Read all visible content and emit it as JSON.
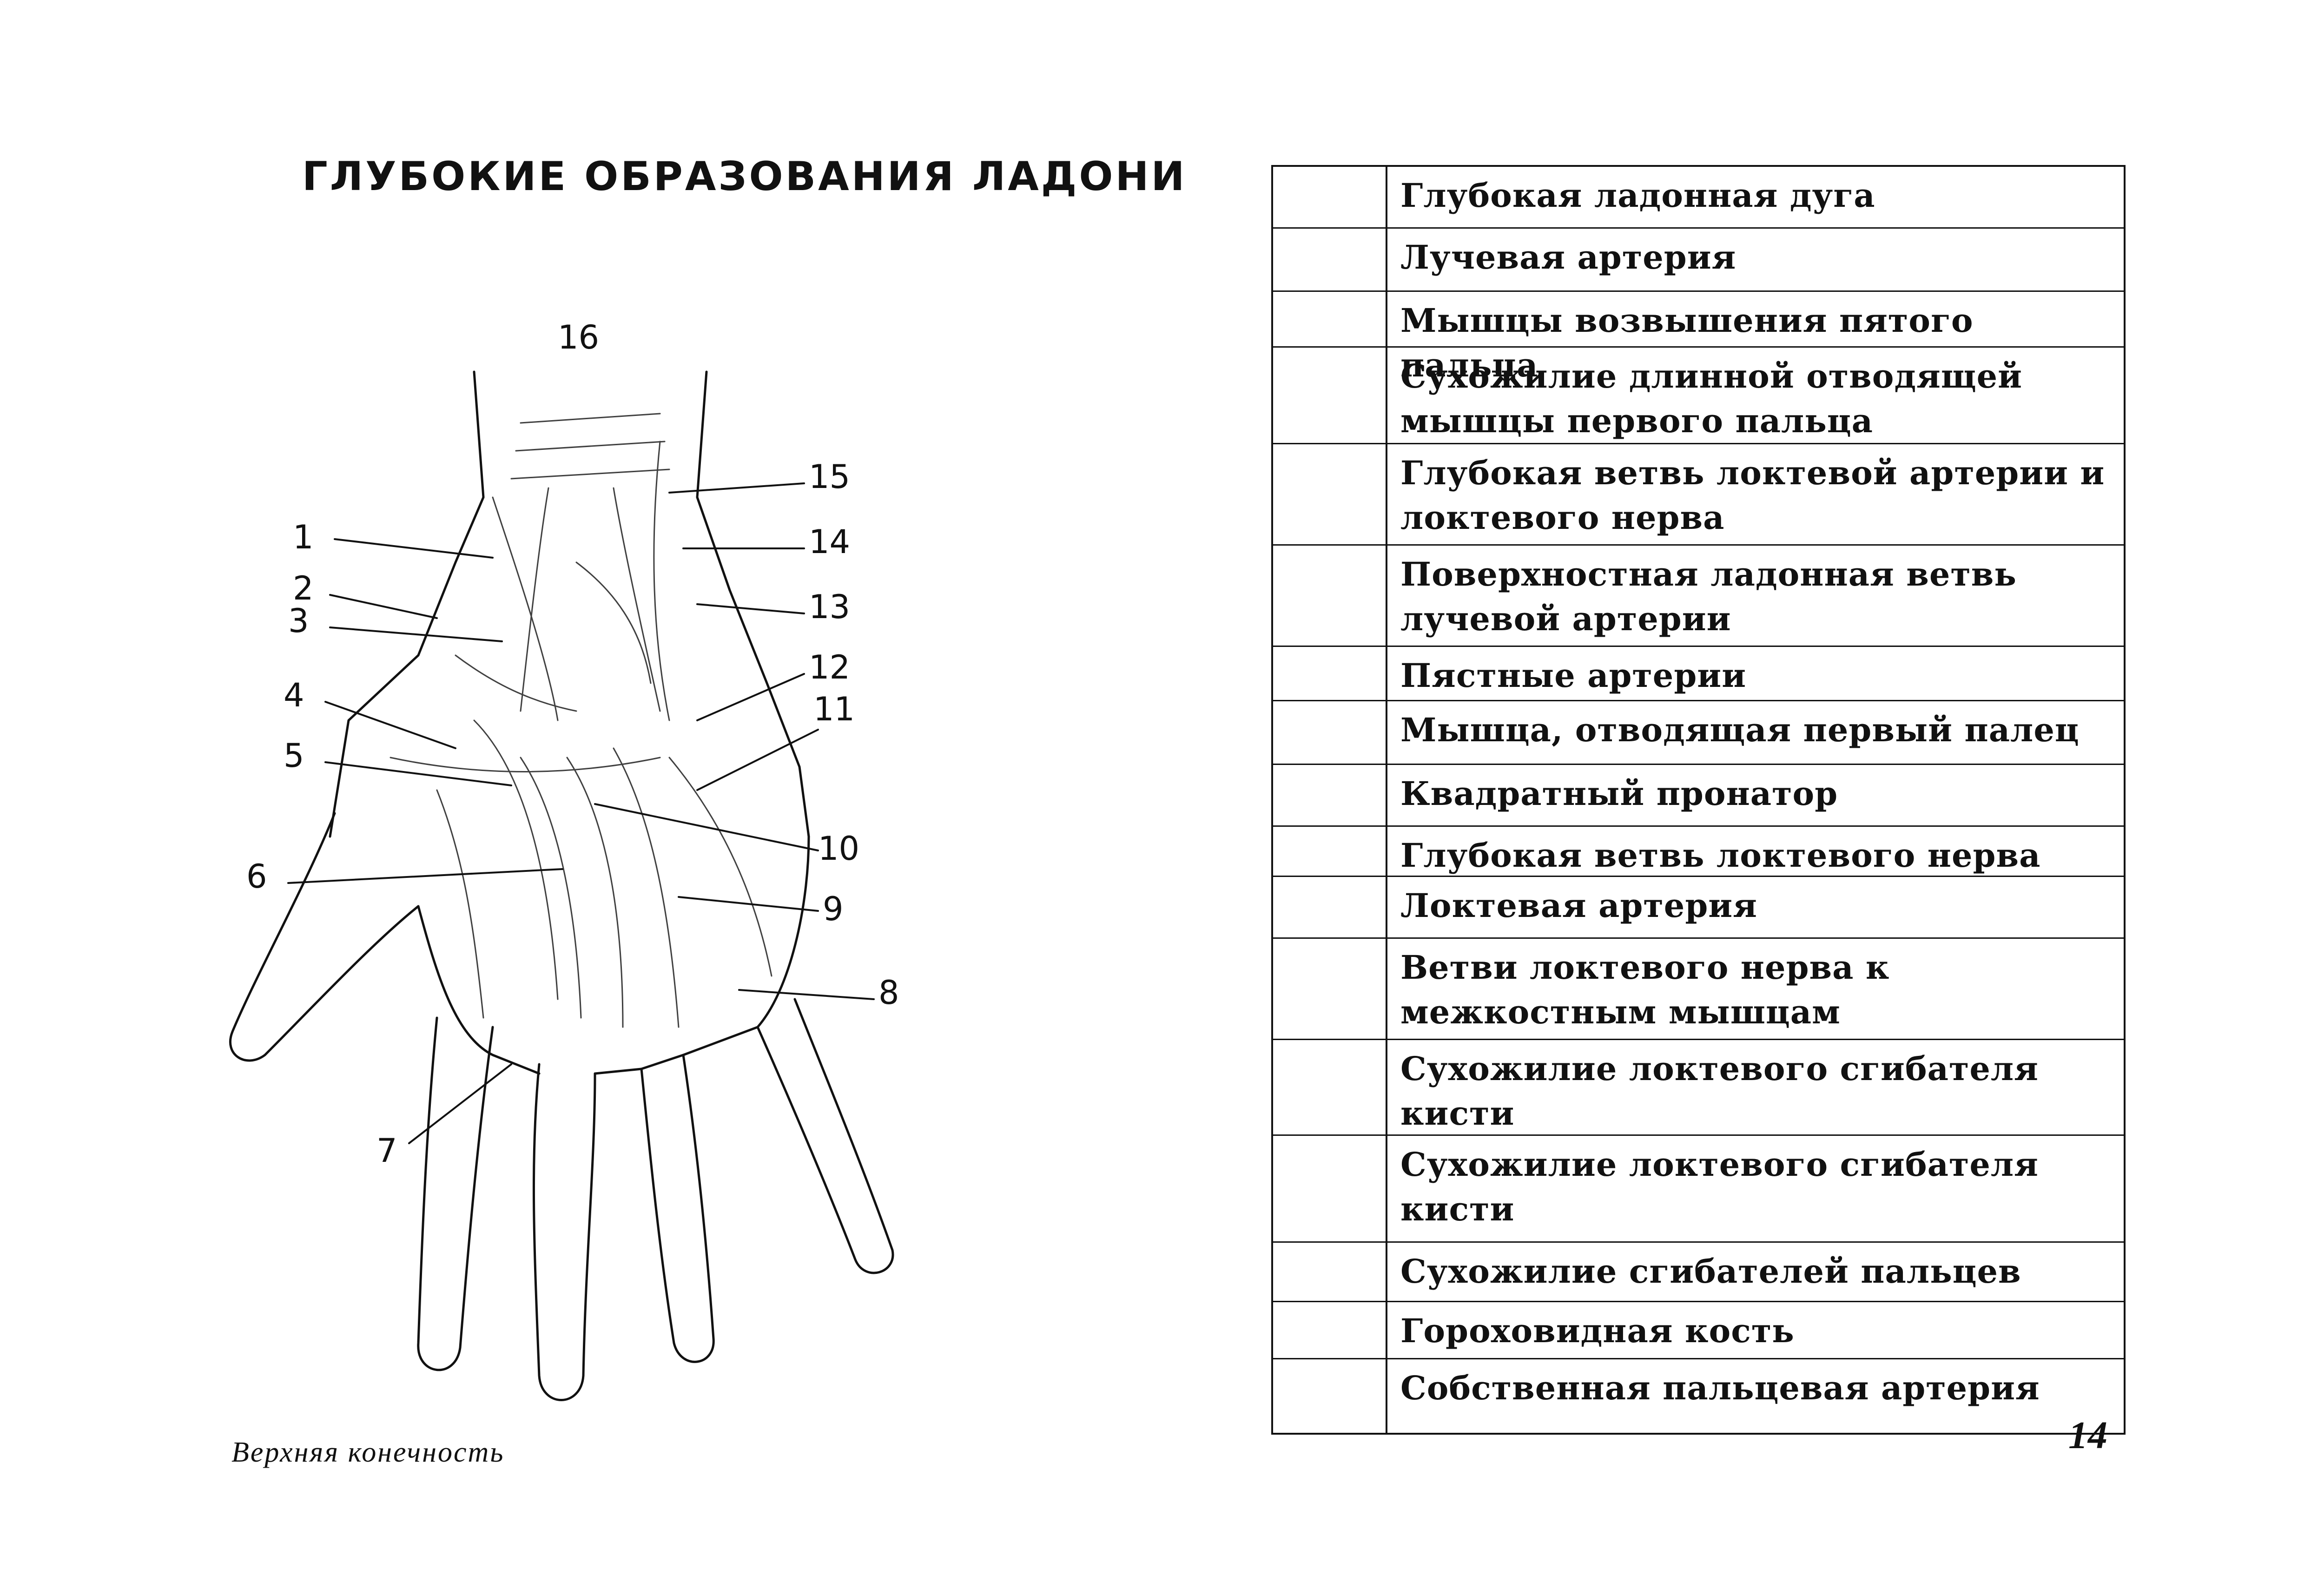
{
  "title": "ГЛУБОКИЕ ОБРАЗОВАНИЯ ЛАДОНИ",
  "caption": "Верхняя конечность",
  "page_number": "14",
  "figure_labels": [
    "1",
    "2",
    "3",
    "4",
    "5",
    "6",
    "7",
    "8",
    "9",
    "10",
    "11",
    "12",
    "13",
    "14",
    "15",
    "16"
  ],
  "table_rows": [
    "Глубокая ладонная дуга",
    "Лучевая артерия",
    "Мышцы возвышения пятого пальца",
    "Сухожилие длинной отводящей мышцы первого пальца",
    "Глубокая ветвь локтевой артерии и локтевого нерва",
    "Поверхностная ладонная ветвь лучевой артерии",
    "Пястные артерии",
    "Мышца, отводящая первый палец",
    "Квадратный пронатор",
    "Глубокая ветвь локтевого нерва",
    "Локтевая артерия",
    "Ветви локтевого нерва к межкостным мышцам",
    "Сухожилие локтевого сгибателя кисти",
    "Сухожилие локтевого сгибателя кисти",
    "Сухожилие сгибателей пальцев",
    "Гороховидная кость",
    "Собственная пальцевая артерия"
  ]
}
